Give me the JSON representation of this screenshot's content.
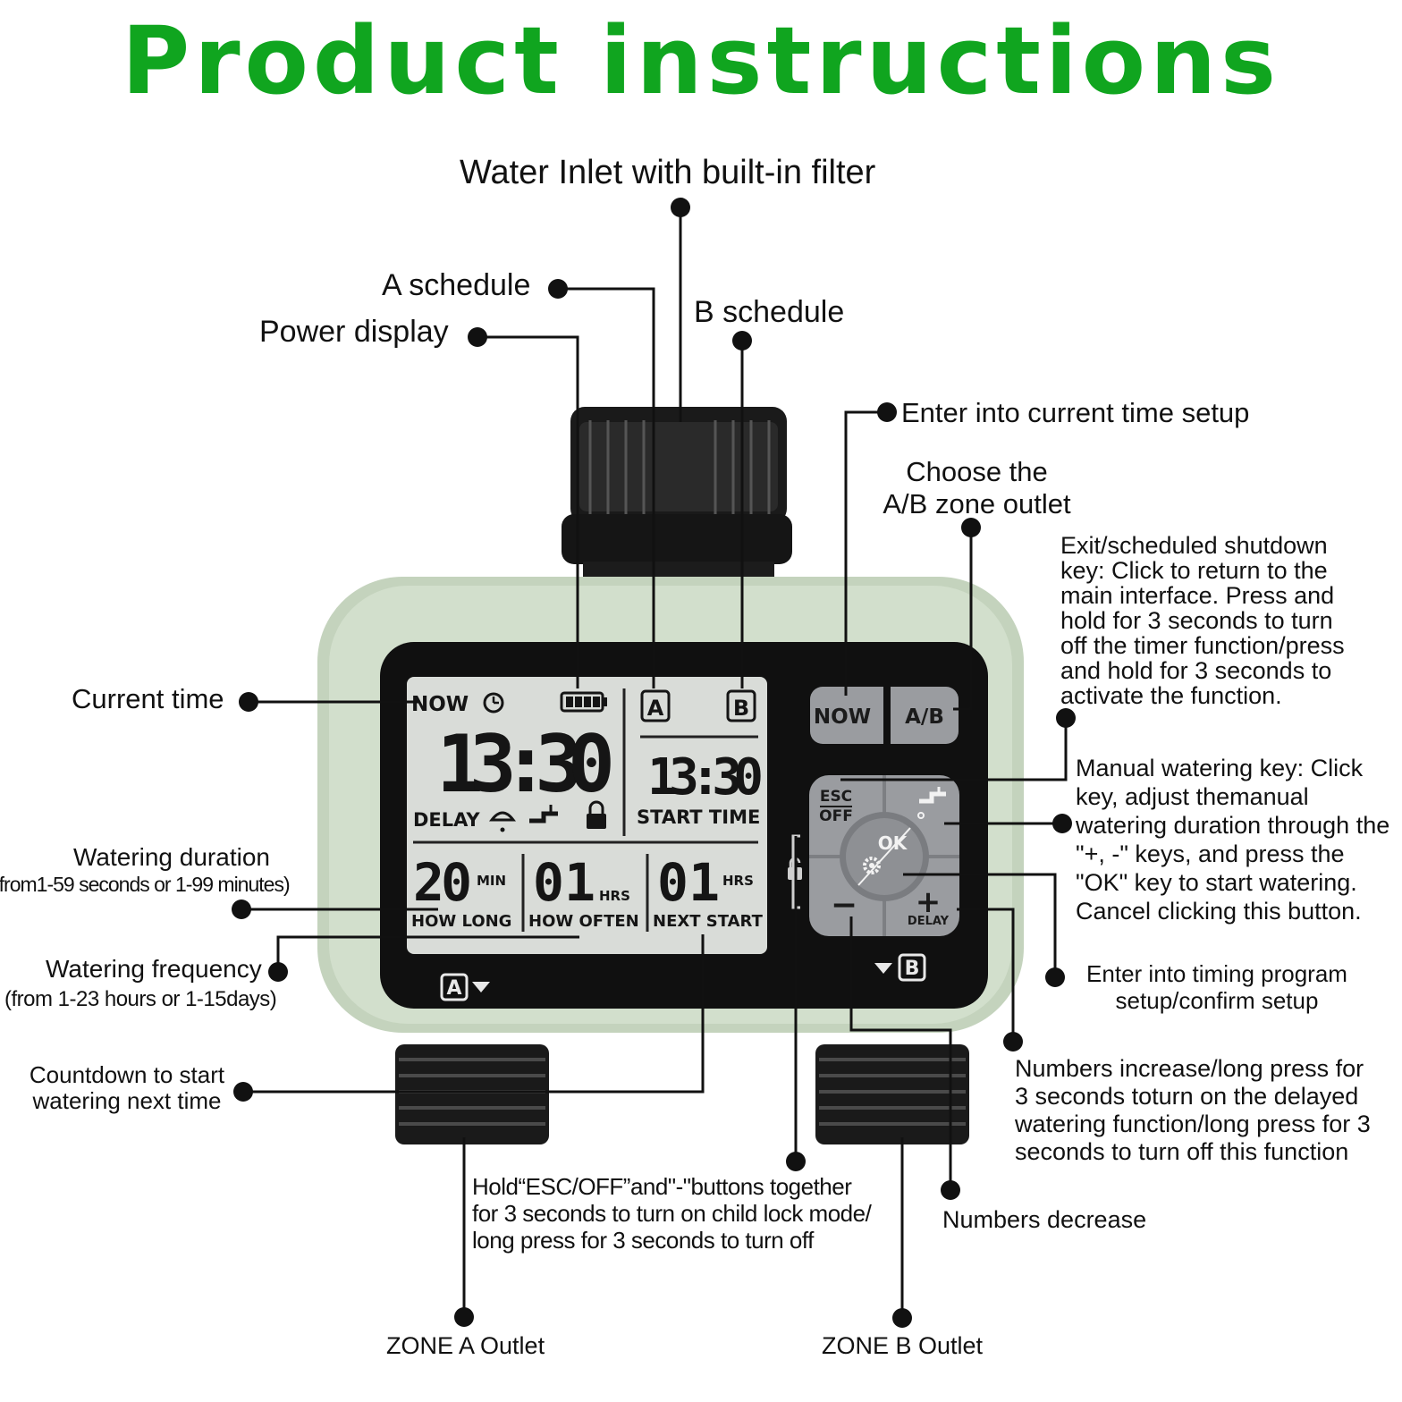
{
  "title": "Product instructions",
  "colors": {
    "title": "#10a51f",
    "housing": "#cfdcc8",
    "panel": "#111111",
    "lcd": "#d9dcd8",
    "keys": "#9a9ca0"
  },
  "labels": {
    "water_inlet": "Water Inlet with built-in filter",
    "a_schedule": "A schedule",
    "b_schedule": "B schedule",
    "power_display": "Power display",
    "current_time_setup": "Enter into current time setup",
    "choose_zone": "Choose the\nA/B zone outlet",
    "exit_key": "Exit/scheduled shutdown\nkey: Click to return to the\nmain interface. Press and\nhold for 3 seconds to turn\noff the timer function/press\nand hold for 3 seconds to\nactivate the function.",
    "current_time": "Current time",
    "manual_key": "Manual watering key: Click\nkey, adjust themanual\nwatering duration through the\n\"+, -\" keys, and press the\n\"OK\" key to start watering.\nCancel clicking this button.",
    "watering_duration": "Watering duration",
    "watering_duration_range": "(from1-59 seconds or 1-99 minutes)",
    "watering_frequency": "Watering frequency",
    "watering_frequency_range": "(from 1-23 hours or 1-15days)",
    "timing_program": "Enter into timing program\nsetup/confirm setup",
    "countdown": "Countdown to start\nwatering next time",
    "numbers_increase": "Numbers increase/long press for\n3 seconds toturn on the delayed\nwatering function/long press for 3\nseconds to turn off this function",
    "child_lock": "Hold“ESC/OFF”and\"-\"buttons together\nfor 3 seconds to turn on child lock mode/\nlong press for 3 seconds to turn off",
    "numbers_decrease": "Numbers decrease",
    "zone_a": "ZONE A Outlet",
    "zone_b": "ZONE B Outlet"
  },
  "lcd": {
    "now": "NOW",
    "time": "13:30",
    "delay": "DELAY",
    "a_badge": "A",
    "b_badge": "B",
    "start_time_value": "13:30",
    "start_time": "START TIME",
    "how_long_value": "20",
    "how_long_unit": "MIN",
    "how_often_value": "01",
    "how_often_unit": "HRS",
    "next_start_value": "01",
    "next_start_unit": "HRS",
    "how_long": "HOW LONG",
    "how_often": "HOW OFTEN",
    "next_start": "NEXT START"
  },
  "keys": {
    "now": "NOW",
    "ab": "A/B",
    "esc": "ESC",
    "off": "OFF",
    "ok": "OK",
    "minus": "−",
    "plus": "+",
    "delay": "DELAY"
  },
  "outlet_marks": {
    "a": "A",
    "b": "B"
  },
  "icons": [
    "clock-icon",
    "battery-icon",
    "rain-icon",
    "faucet-icon",
    "lock-icon",
    "gear-icon"
  ]
}
